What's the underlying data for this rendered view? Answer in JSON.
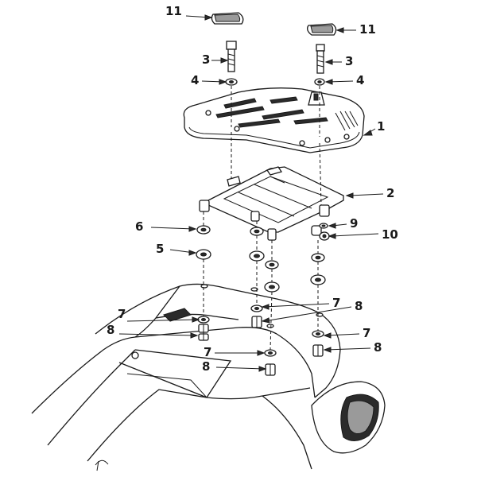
{
  "callouts": {
    "c11_left": "11",
    "c11_right": "11",
    "c3_left": "3",
    "c3_right": "3",
    "c4_left": "4",
    "c4_right": "4",
    "c1": "1",
    "c2": "2",
    "c6": "6",
    "c9": "9",
    "c10": "10",
    "c5": "5",
    "c7_a": "7",
    "c7_b": "7",
    "c7_c": "7",
    "c7_d": "7",
    "c8_a": "8",
    "c8_b": "8",
    "c8_c": "8",
    "c8_d": "8"
  },
  "colors": {
    "ink": "#1a1a1a",
    "paper": "#ffffff"
  }
}
